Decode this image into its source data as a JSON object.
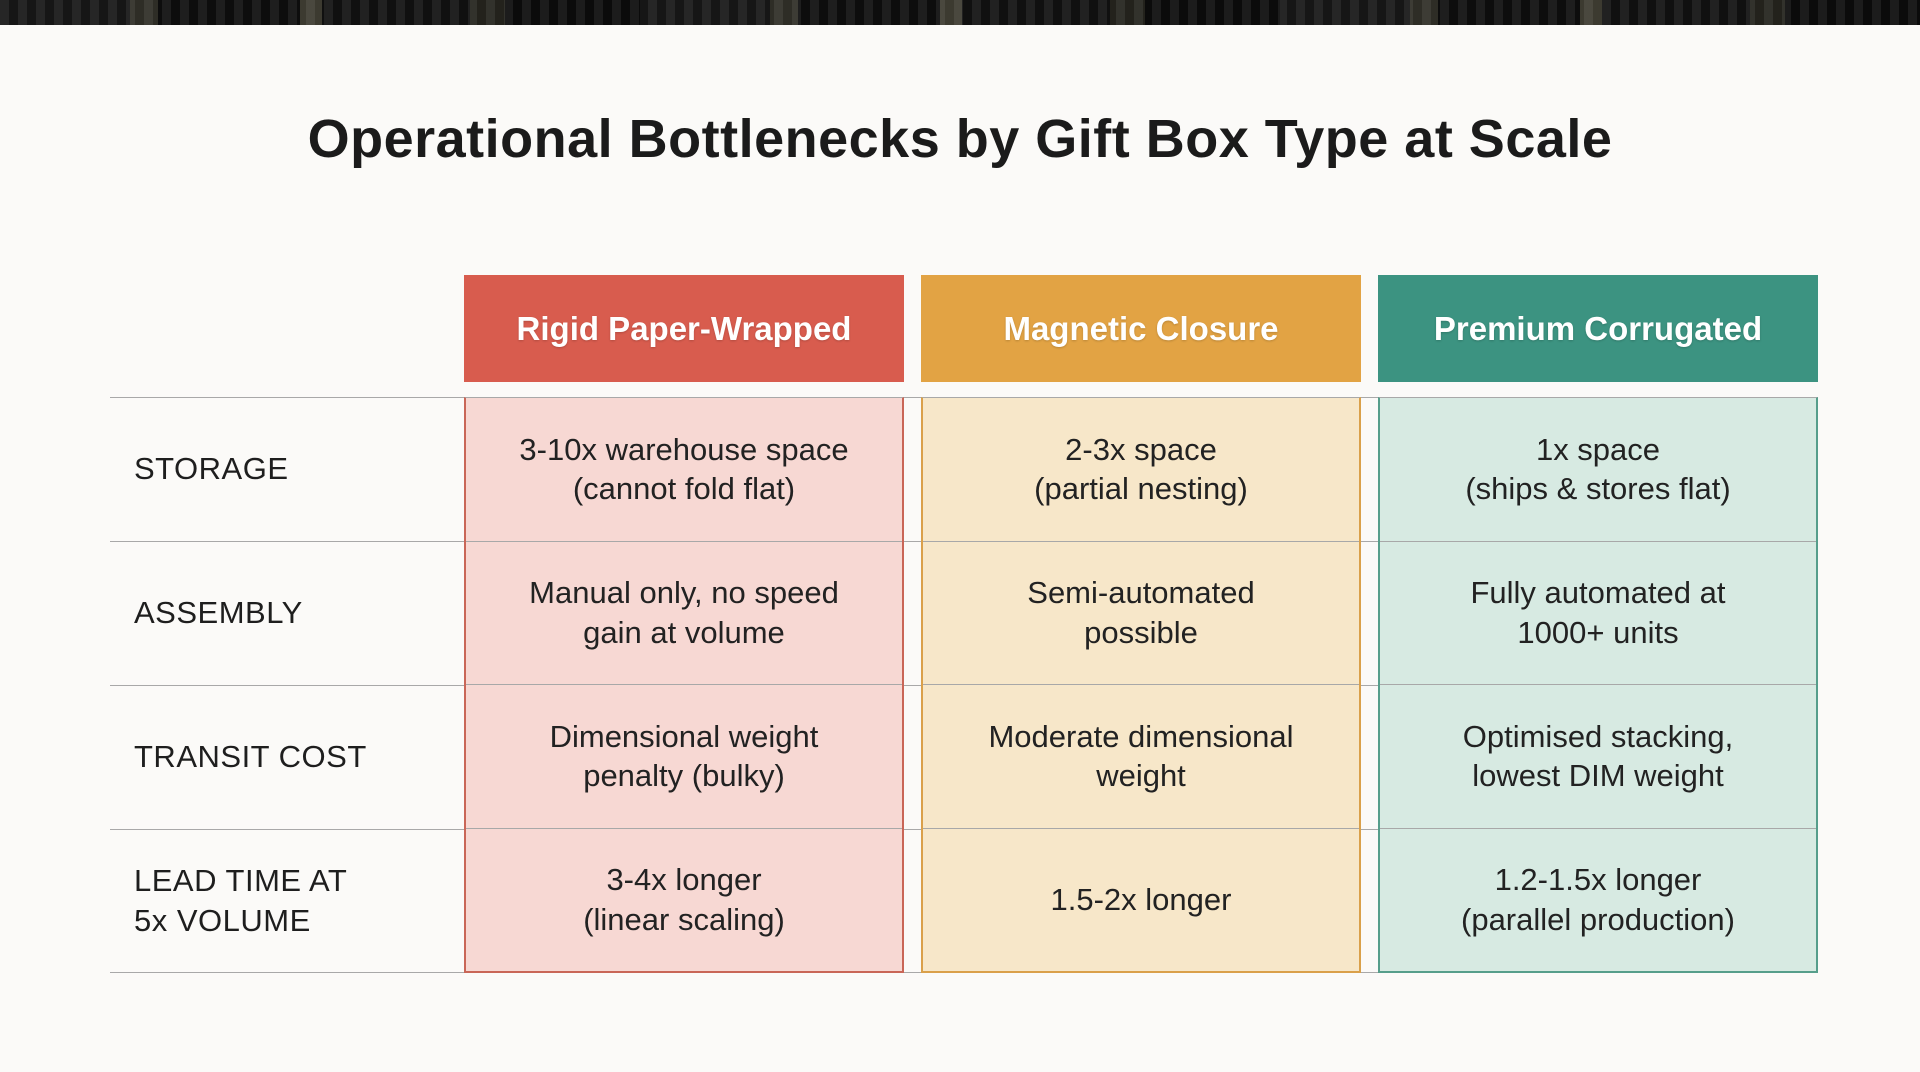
{
  "chart_data": {
    "type": "table",
    "title": "Operational Bottlenecks by Gift Box Type at Scale",
    "columns": [
      "Rigid Paper-Wrapped",
      "Magnetic Closure",
      "Premium Corrugated"
    ],
    "row_labels": [
      "STORAGE",
      "ASSEMBLY",
      "TRANSIT COST",
      "LEAD TIME AT\n5x VOLUME"
    ],
    "cells": [
      [
        "3-10x warehouse space\n(cannot fold flat)",
        "2-3x space\n(partial nesting)",
        "1x space\n(ships & stores flat)"
      ],
      [
        "Manual only, no speed\ngain at volume",
        "Semi-automated\npossible",
        "Fully automated at\n1000+ units"
      ],
      [
        "Dimensional weight\npenalty (bulky)",
        "Moderate dimensional\nweight",
        "Optimised stacking,\nlowest DIM weight"
      ],
      [
        "3-4x longer\n(linear scaling)",
        "1.5-2x longer",
        "1.2-1.5x longer\n(parallel production)"
      ]
    ],
    "layout_hints": {
      "grid": "horizontal row dividers",
      "legend": "none",
      "header_position": "top"
    }
  },
  "theme": {
    "background": "#fbfaf8",
    "title_color": "#1b1b1b",
    "grid_line_color": "#a8a8a8",
    "header_text_color": "#ffffff",
    "cell_text_color": "#222222",
    "columns": [
      {
        "header": "#d85c4e",
        "tint": "#f7d8d3",
        "border": "#c96657"
      },
      {
        "header": "#e2a344",
        "tint": "#f7e7c9",
        "border": "#daa04a"
      },
      {
        "header": "#3c9381",
        "tint": "#d7eae2",
        "border": "#569e8b"
      }
    ]
  }
}
